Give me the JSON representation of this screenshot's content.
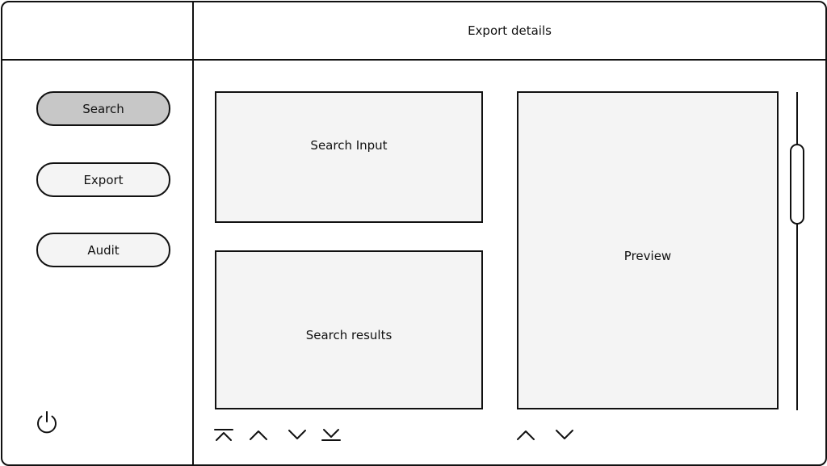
{
  "header": {
    "title": "Export details"
  },
  "sidebar": {
    "items": [
      {
        "label": "Search",
        "active": true
      },
      {
        "label": "Export",
        "active": false
      },
      {
        "label": "Audit",
        "active": false
      }
    ],
    "power_icon": "power-icon"
  },
  "panels": {
    "search_input": "Search Input",
    "search_results": "Search results",
    "preview": "Preview"
  },
  "results_controls": [
    "first-page-icon",
    "chevron-up-icon",
    "chevron-down-icon",
    "last-page-icon"
  ],
  "preview_controls": [
    "chevron-up-icon",
    "chevron-down-icon"
  ],
  "colors": {
    "stroke": "#111111",
    "panel_fill": "#f4f4f4",
    "active_fill": "#c7c7c7",
    "background": "#ffffff"
  }
}
